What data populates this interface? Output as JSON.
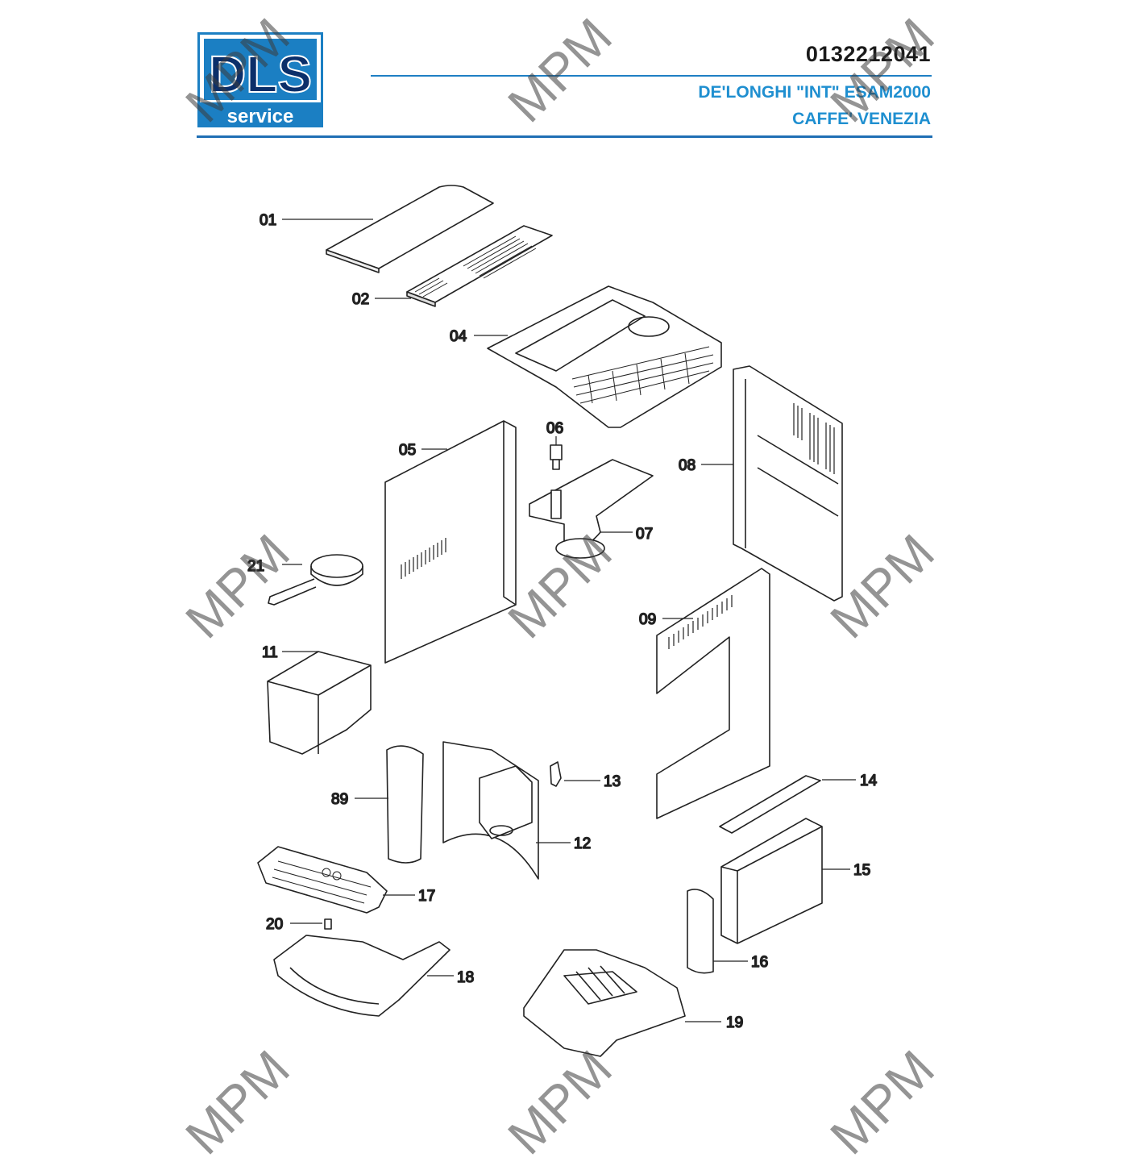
{
  "header": {
    "logo_top_text": "DLS",
    "logo_bottom_text": "service",
    "doc_number": "0132212041",
    "title_line1": "DE'LONGHI \"INT\" ESAM2000",
    "title_line2": "CAFFE' VENEZIA"
  },
  "colors": {
    "brand_blue": "#1f8fd0",
    "logo_blue": "#1b7fc3",
    "rule_blue": "#1f6fb4"
  },
  "watermark_text": "MPM",
  "parts": [
    "01",
    "02",
    "04",
    "05",
    "06",
    "07",
    "08",
    "09",
    "11",
    "12",
    "13",
    "14",
    "15",
    "16",
    "17",
    "18",
    "19",
    "20",
    "21",
    "89"
  ]
}
